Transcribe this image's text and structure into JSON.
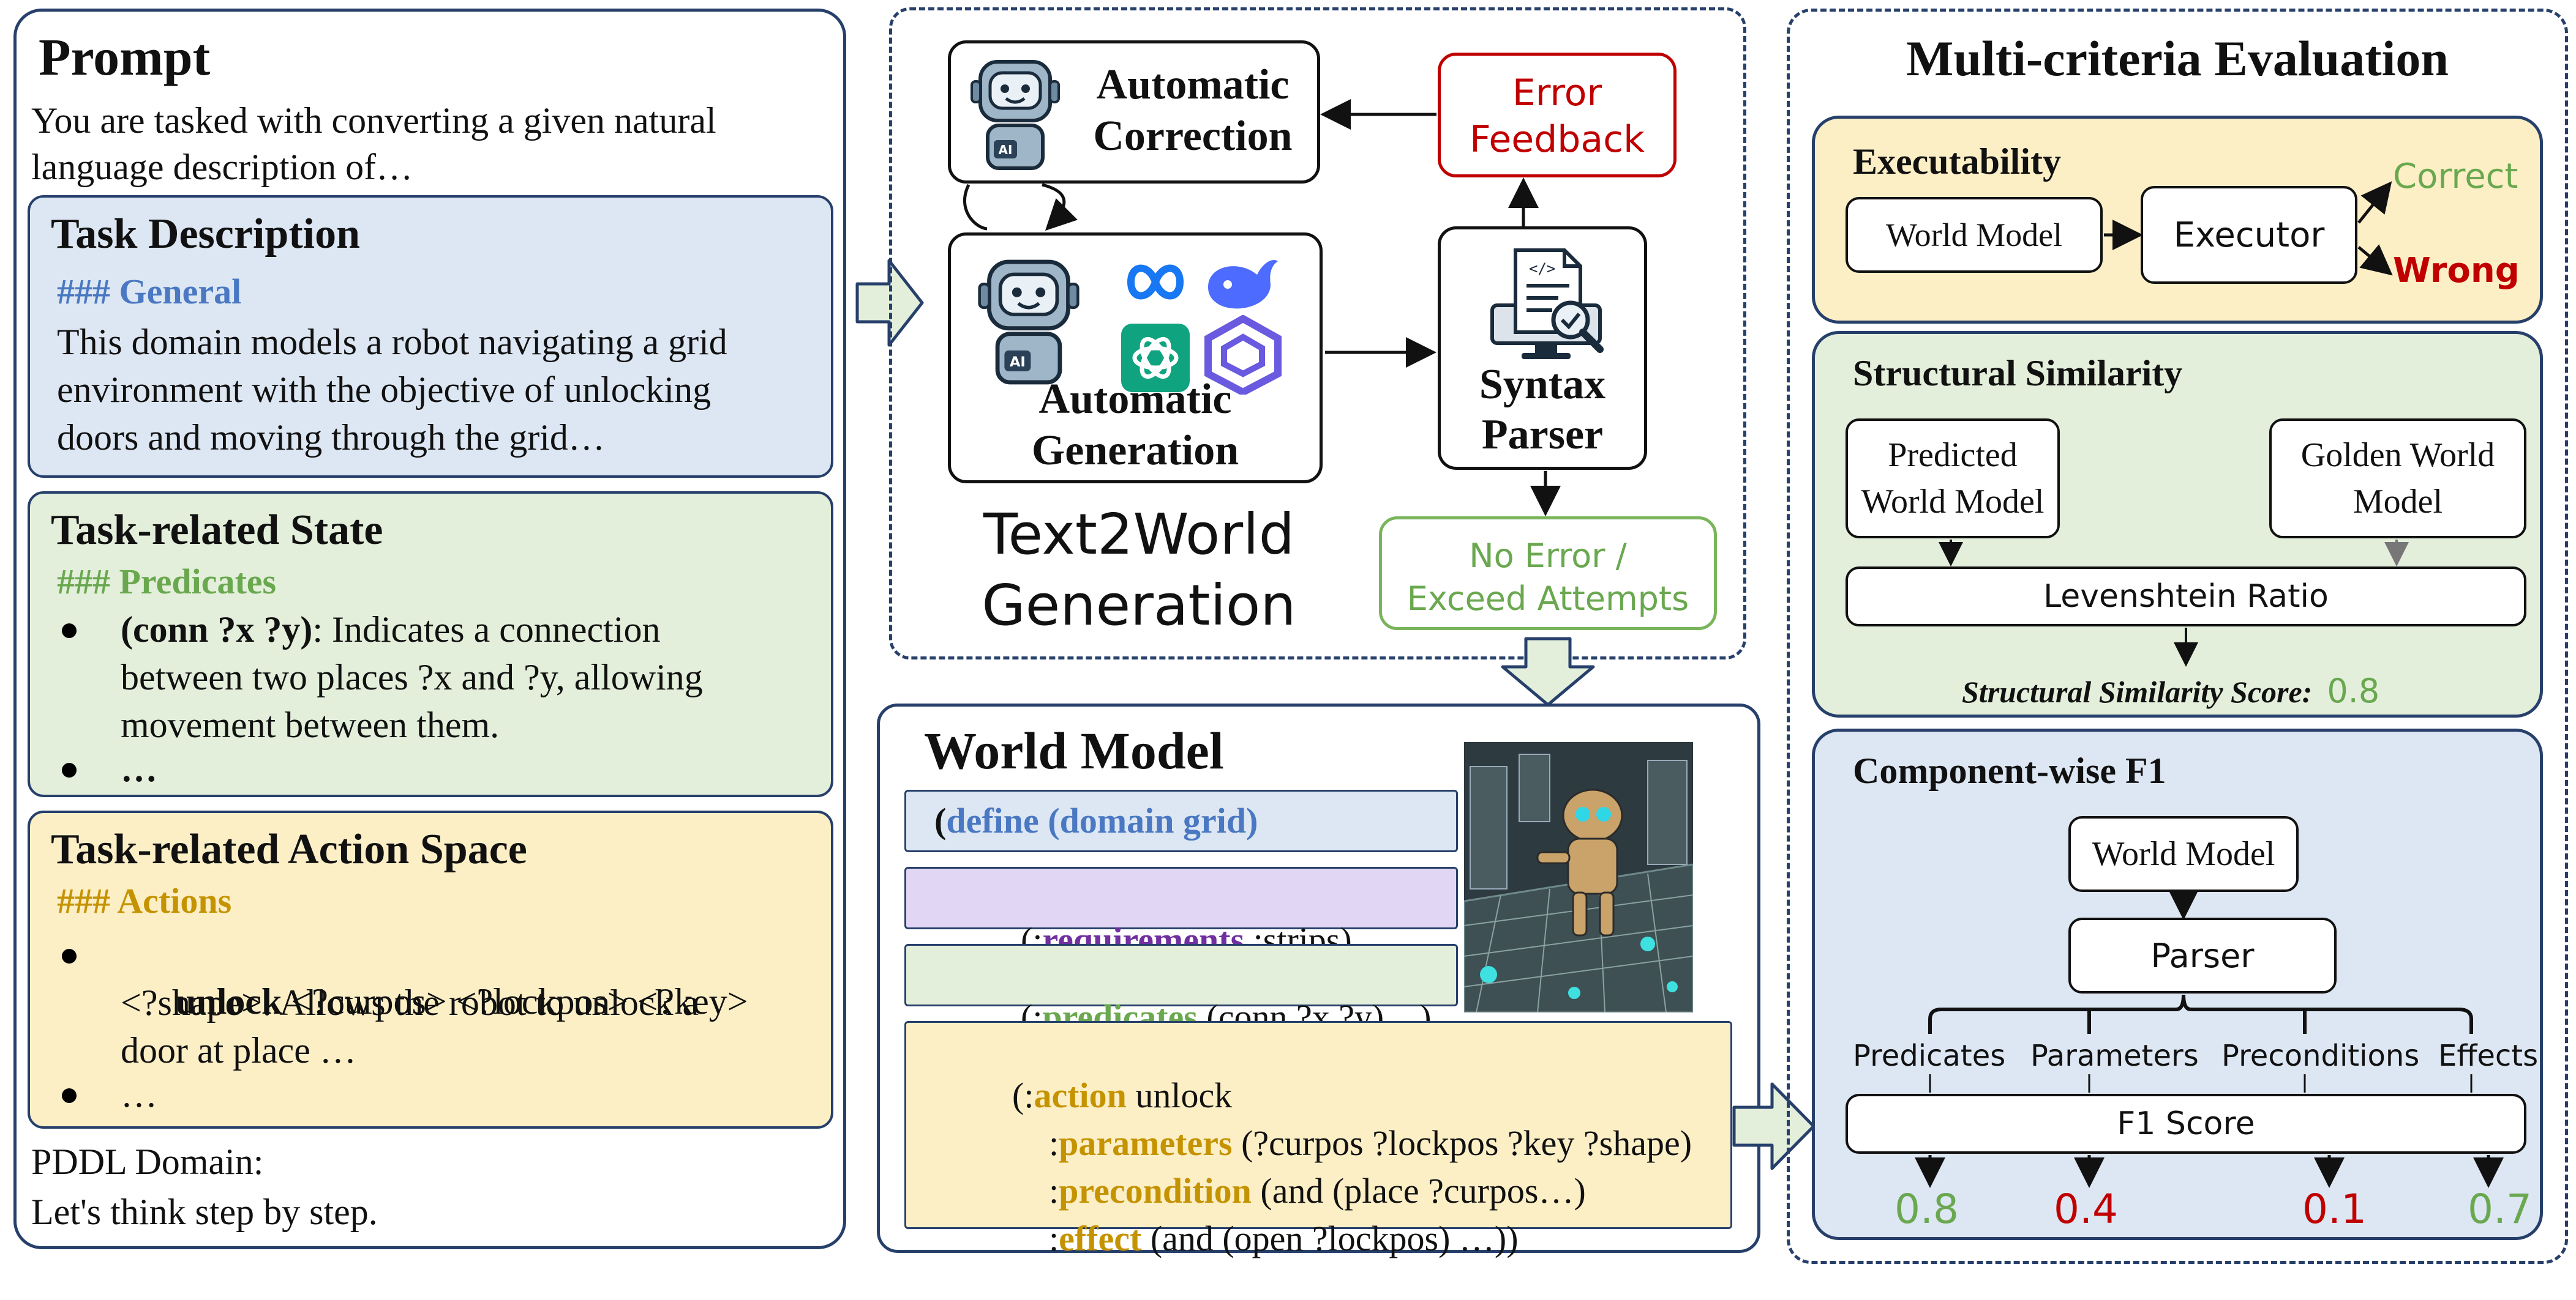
{
  "prompt": {
    "title": "Prompt",
    "intro_line1": "You are tasked with converting a given natural",
    "intro_line2": "language description of…",
    "task_description": {
      "title": "Task Description",
      "header": "### General",
      "lines": [
        "This domain models a robot navigating a grid",
        "environment with the objective of unlocking",
        "doors and moving through the grid…"
      ]
    },
    "task_state": {
      "title": "Task-related State",
      "header": "### Predicates",
      "bullet1_bold": "(conn ?x ?y)",
      "bullet1_rest": ": Indicates a connection",
      "bullet1_line2": "between two places ?x and ?y, allowing",
      "bullet1_line3": "movement between them.",
      "bullet2": "…"
    },
    "task_action": {
      "title": "Task-related Action Space",
      "header": "### Actions",
      "bullet1_bold": "unlock",
      "bullet1_rest": " <?curpos> <?lockpos> <?key>",
      "bullet1_line2": "<?shape>: Allows the robot to unlock a",
      "bullet1_line3": "door at place …",
      "bullet2": "…"
    },
    "footer_line1": "PDDL Domain:",
    "footer_line2": "Let's think step by step."
  },
  "generation": {
    "correction_line1": "Automatic",
    "correction_line2": "Correction",
    "error_line1": "Error",
    "error_line2": "Feedback",
    "generation_line1": "Automatic",
    "generation_line2": "Generation",
    "parser_line1": "Syntax",
    "parser_line2": "Parser",
    "title_line1": "Text2World",
    "title_line2": "Generation",
    "no_error_line1": "No Error /",
    "no_error_line2": "Exceed Attempts",
    "robot_badge": "AI"
  },
  "world_model": {
    "title": "World Model",
    "define_open": "(",
    "define_text": "define (domain grid)",
    "req_open": "(:",
    "req_keyword": "requirements",
    "req_rest": " :strips)",
    "pred_open": "(:",
    "pred_keyword": "predicates",
    "pred_rest": " (conn ?x ?y)…)",
    "action_open": "(:",
    "action_keyword": "action",
    "action_rest": " unlock",
    "params_colon": ":",
    "params_keyword": "parameters",
    "params_rest": " (?curpos ?lockpos ?key ?shape)",
    "precond_colon": ":",
    "precond_keyword": "precondition",
    "precond_rest": " (and (place ?curpos…)",
    "effect_colon": ":",
    "effect_keyword": "effect",
    "effect_rest": " (and (open ?lockpos) …))"
  },
  "evaluation": {
    "title": "Multi-criteria Evaluation",
    "executability": {
      "title": "Executability",
      "world_model": "World Model",
      "executor": "Executor",
      "correct": "Correct",
      "wrong": "Wrong"
    },
    "structural": {
      "title": "Structural Similarity",
      "predicted_line1": "Predicted",
      "predicted_line2": "World Model",
      "golden_line1": "Golden World",
      "golden_line2": "Model",
      "ratio": "Levenshtein Ratio",
      "score_label": "Structural Similarity Score:",
      "score_value": "0.8"
    },
    "component": {
      "title": "Component-wise F1",
      "world_model": "World Model",
      "parser": "Parser",
      "categories": [
        "Predicates",
        "Parameters",
        "Preconditions",
        "Effects"
      ],
      "f1_label": "F1 Score",
      "scores": [
        "0.8",
        "0.4",
        "0.1",
        "0.7"
      ]
    }
  },
  "colors": {
    "navy": "#27406b",
    "blue_box": "#dde7f3",
    "green_box": "#e3efdb",
    "yellow_box": "#fcefc6",
    "purple_box": "#e2d6f5",
    "red": "#c00000",
    "green": "#6aa84f",
    "gold": "#c59300"
  }
}
